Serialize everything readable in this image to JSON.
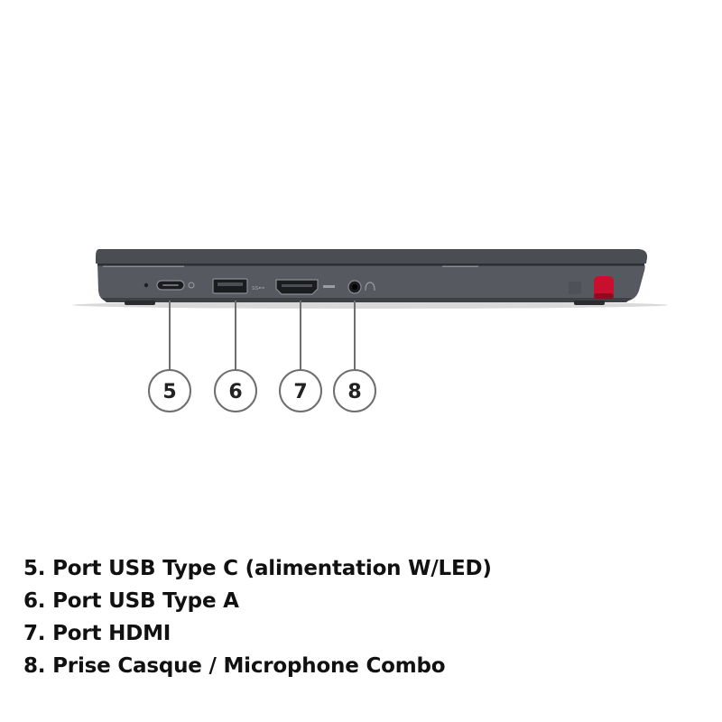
{
  "colors": {
    "body": "#56595f",
    "body_dark": "#3d4045",
    "lid": "#4f5358",
    "port": "#1a1c1f",
    "accent_red": "#c8102e",
    "callout_line": "#6e6e6e",
    "text": "#111111"
  },
  "callouts": [
    {
      "number": "5",
      "port": "usb-c-port"
    },
    {
      "number": "6",
      "port": "usb-a-port"
    },
    {
      "number": "7",
      "port": "hdmi-port"
    },
    {
      "number": "8",
      "port": "audio-jack"
    }
  ],
  "legend": [
    "5. Port USB Type C (alimentation W/LED)",
    "6. Port USB Type A",
    "7. Port HDMI",
    "8. Prise Casque / Microphone Combo"
  ]
}
